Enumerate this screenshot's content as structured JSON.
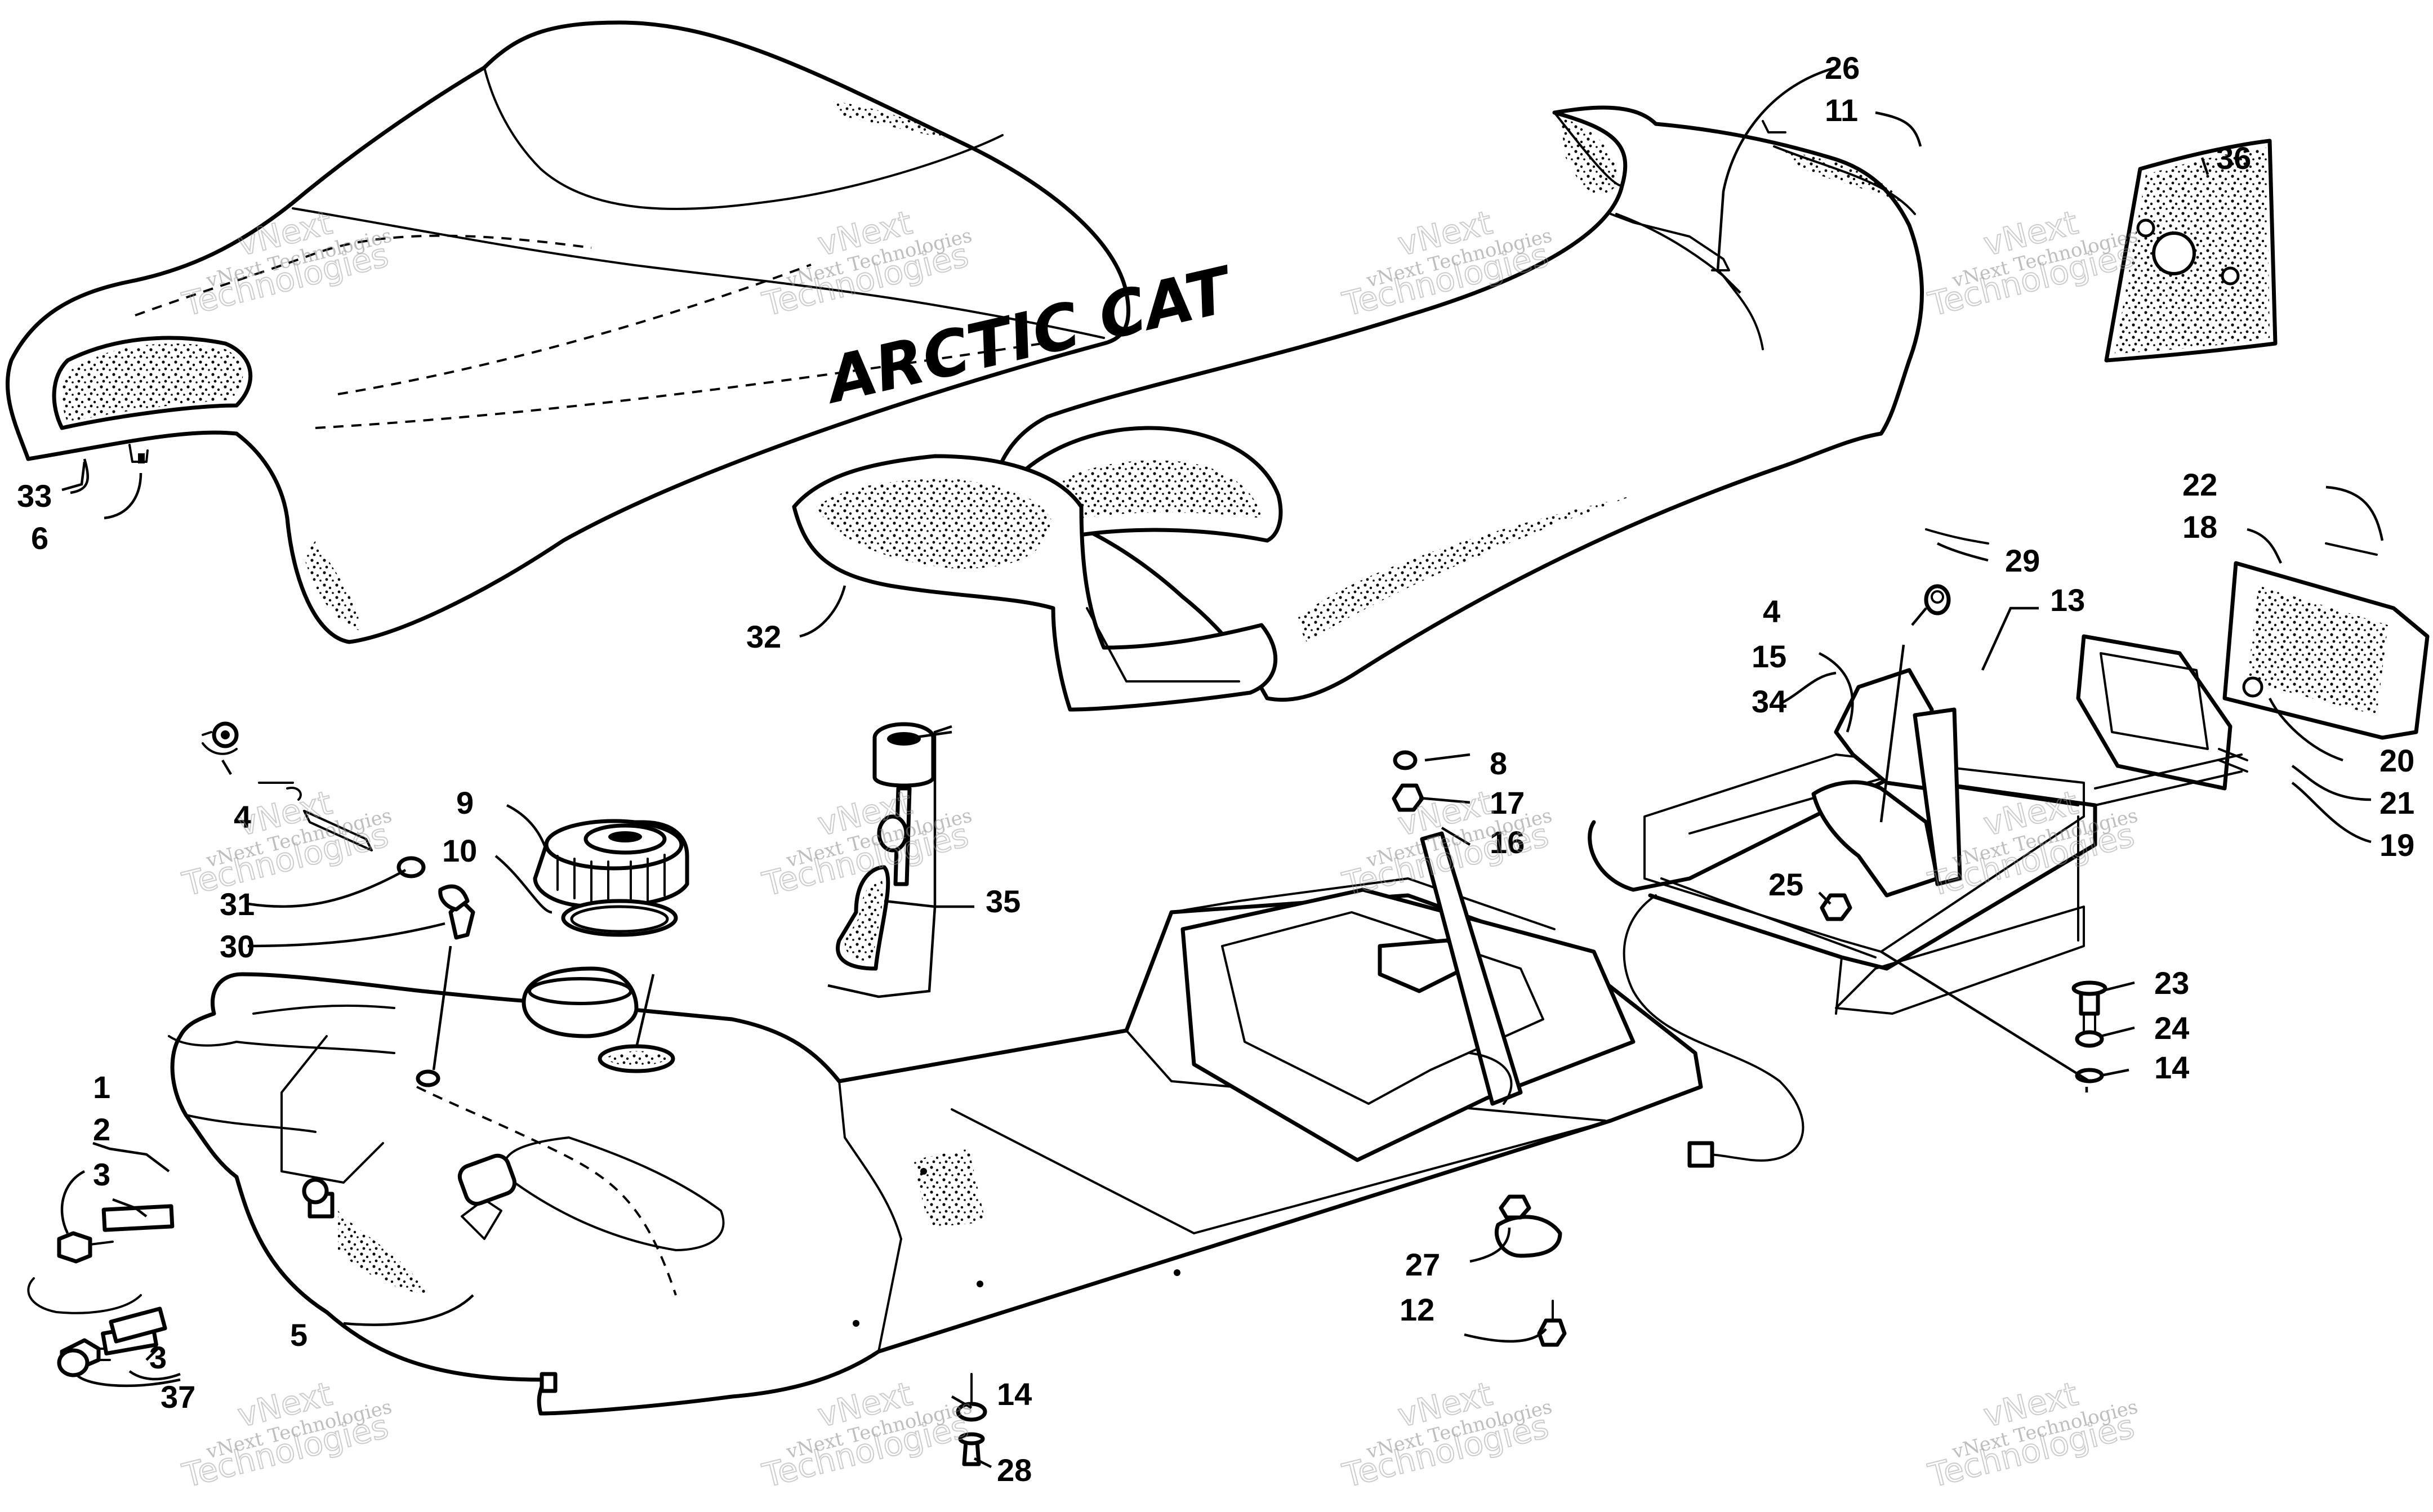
{
  "brand_text": "ARCTIC CAT",
  "watermark": {
    "line1": "vNext Technologies",
    "line2a": "vNext",
    "line2b": "Technologies"
  },
  "callouts": [
    {
      "id": "c1",
      "label": "1"
    },
    {
      "id": "c2",
      "label": "2"
    },
    {
      "id": "c3a",
      "label": "3"
    },
    {
      "id": "c3b",
      "label": "3"
    },
    {
      "id": "c4a",
      "label": "4"
    },
    {
      "id": "c4b",
      "label": "4"
    },
    {
      "id": "c5",
      "label": "5"
    },
    {
      "id": "c6",
      "label": "6"
    },
    {
      "id": "c8",
      "label": "8"
    },
    {
      "id": "c9",
      "label": "9"
    },
    {
      "id": "c10",
      "label": "10"
    },
    {
      "id": "c11",
      "label": "11"
    },
    {
      "id": "c12",
      "label": "12"
    },
    {
      "id": "c13",
      "label": "13"
    },
    {
      "id": "c14a",
      "label": "14"
    },
    {
      "id": "c14b",
      "label": "14"
    },
    {
      "id": "c15",
      "label": "15"
    },
    {
      "id": "c16",
      "label": "16"
    },
    {
      "id": "c17",
      "label": "17"
    },
    {
      "id": "c18",
      "label": "18"
    },
    {
      "id": "c19",
      "label": "19"
    },
    {
      "id": "c20",
      "label": "20"
    },
    {
      "id": "c21",
      "label": "21"
    },
    {
      "id": "c22",
      "label": "22"
    },
    {
      "id": "c23",
      "label": "23"
    },
    {
      "id": "c24",
      "label": "24"
    },
    {
      "id": "c25",
      "label": "25"
    },
    {
      "id": "c26",
      "label": "26"
    },
    {
      "id": "c27",
      "label": "27"
    },
    {
      "id": "c28",
      "label": "28"
    },
    {
      "id": "c29",
      "label": "29"
    },
    {
      "id": "c30",
      "label": "30"
    },
    {
      "id": "c31",
      "label": "31"
    },
    {
      "id": "c32",
      "label": "32"
    },
    {
      "id": "c33",
      "label": "33"
    },
    {
      "id": "c34",
      "label": "34"
    },
    {
      "id": "c35",
      "label": "35"
    },
    {
      "id": "c36",
      "label": "36"
    },
    {
      "id": "c37",
      "label": "37"
    }
  ]
}
